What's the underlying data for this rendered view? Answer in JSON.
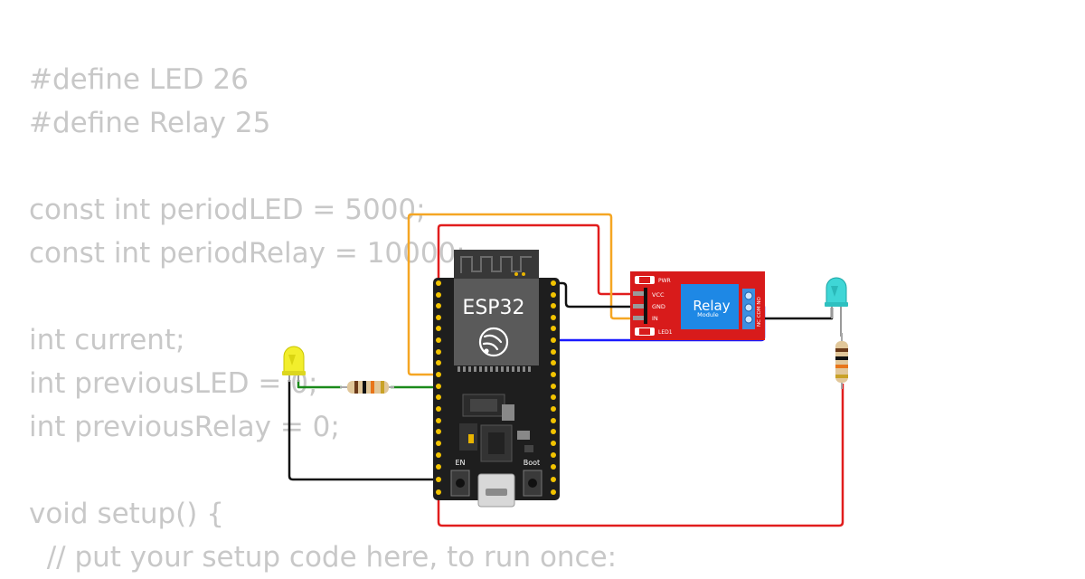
{
  "code_lines": [
    "#define LED 26",
    "#define Relay 25",
    "",
    "const int periodLED = 5000;",
    "const int periodRelay = 10000;",
    "",
    "int current;",
    "int previousLED = 0;",
    "int previousRelay = 0;",
    "",
    "void setup() {",
    "  // put your setup code here, to run once:"
  ],
  "esp32": {
    "chip_label": "ESP32",
    "en_label": "EN",
    "boot_label": "Boot"
  },
  "relay_module": {
    "title": "Relay",
    "subtitle": "Module",
    "pin_vcc": "VCC",
    "pin_gnd": "GND",
    "pin_in": "IN",
    "pwr_label": "PWR",
    "led_label": "LED1",
    "terminal_labels": "NC COM NO"
  },
  "colors": {
    "code_text": "#c8c8c8",
    "wire_red": "#e11d1d",
    "wire_orange": "#f5a623",
    "wire_black": "#111111",
    "wire_blue": "#1a1aff",
    "wire_green": "#1a8a1a",
    "board": "#1e1e1e",
    "relay_board": "#d81b1b",
    "relay_chip": "#1e88e5",
    "led_yellow": "#f2ee2c",
    "led_cyan": "#3fd6d6"
  }
}
